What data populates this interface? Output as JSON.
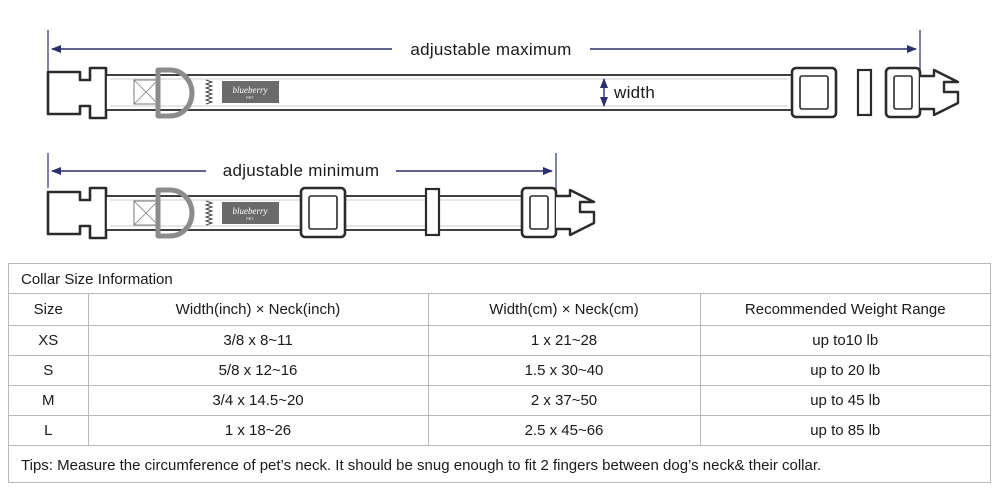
{
  "diagram": {
    "max_label": "adjustable maximum",
    "min_label": "adjustable minimum",
    "width_label": "width",
    "brand_name": "blueberry",
    "brand_sub": "PET",
    "colors": {
      "arrow": "#2c2f6e",
      "outline": "#2b2b2b",
      "brand_patch": "#6a6a6a",
      "d_ring": "#8c8c8c"
    }
  },
  "size_info": {
    "title": "Collar Size Information",
    "headers": [
      "Size",
      "Width(inch)  × Neck(inch)",
      "Width(cm)  × Neck(cm)",
      "Recommended Weight Range"
    ],
    "rows": [
      [
        "XS",
        "3/8 x 8~11",
        "1 x 21~28",
        "up to10 lb"
      ],
      [
        "S",
        "5/8 x 12~16",
        "1.5 x 30~40",
        "up to 20 lb"
      ],
      [
        "M",
        "3/4 x 14.5~20",
        "2 x 37~50",
        "up to 45 lb"
      ],
      [
        "L",
        "1 x 18~26",
        "2.5 x 45~66",
        "up to 85 lb"
      ]
    ],
    "tips": "Tips: Measure the circumference of pet’s neck. It should be snug enough to fit 2 fingers between dog’s neck& their collar."
  }
}
